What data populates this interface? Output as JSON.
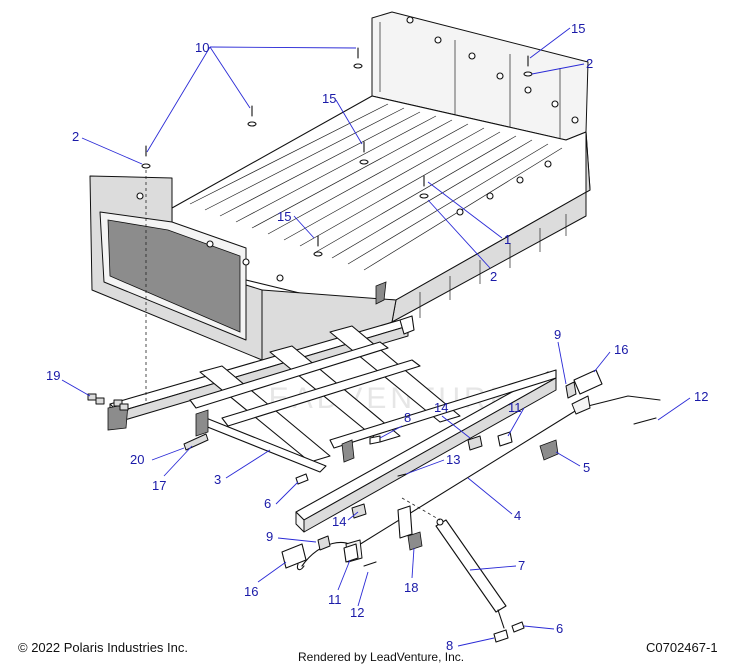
{
  "watermark": "LEADVENTURE",
  "callouts": [
    {
      "id": "c10",
      "text": "10"
    },
    {
      "id": "c15a",
      "text": "15"
    },
    {
      "id": "c2a",
      "text": "2"
    },
    {
      "id": "c15b",
      "text": "15"
    },
    {
      "id": "c2b",
      "text": "2"
    },
    {
      "id": "c1",
      "text": "1"
    },
    {
      "id": "c15c",
      "text": "15"
    },
    {
      "id": "c2c",
      "text": "2"
    },
    {
      "id": "c9a",
      "text": "9"
    },
    {
      "id": "c16a",
      "text": "16"
    },
    {
      "id": "c19",
      "text": "19"
    },
    {
      "id": "c12a",
      "text": "12"
    },
    {
      "id": "c14a",
      "text": "14"
    },
    {
      "id": "c11a",
      "text": "11"
    },
    {
      "id": "c8a",
      "text": "8"
    },
    {
      "id": "c20",
      "text": "20"
    },
    {
      "id": "c13",
      "text": "13"
    },
    {
      "id": "c5",
      "text": "5"
    },
    {
      "id": "c17",
      "text": "17"
    },
    {
      "id": "c3",
      "text": "3"
    },
    {
      "id": "c6a",
      "text": "6"
    },
    {
      "id": "c4",
      "text": "4"
    },
    {
      "id": "c14b",
      "text": "14"
    },
    {
      "id": "c9b",
      "text": "9"
    },
    {
      "id": "c7",
      "text": "7"
    },
    {
      "id": "c16b",
      "text": "16"
    },
    {
      "id": "c18",
      "text": "18"
    },
    {
      "id": "c11b",
      "text": "11"
    },
    {
      "id": "c12b",
      "text": "12"
    },
    {
      "id": "c8b",
      "text": "8"
    },
    {
      "id": "c6b",
      "text": "6"
    }
  ],
  "footer": {
    "copyright": "© 2022 Polaris Industries Inc.",
    "rendered_by": "Rendered by LeadVenture, Inc.",
    "diagram_code": "C0702467-1"
  }
}
